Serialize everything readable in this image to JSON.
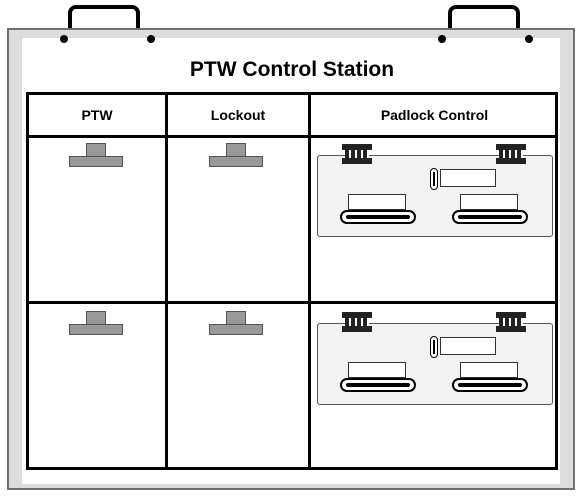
{
  "station": {
    "title": "PTW Control Station"
  },
  "columns": [
    {
      "label": "PTW"
    },
    {
      "label": "Lockout"
    },
    {
      "label": "Padlock Control"
    }
  ]
}
